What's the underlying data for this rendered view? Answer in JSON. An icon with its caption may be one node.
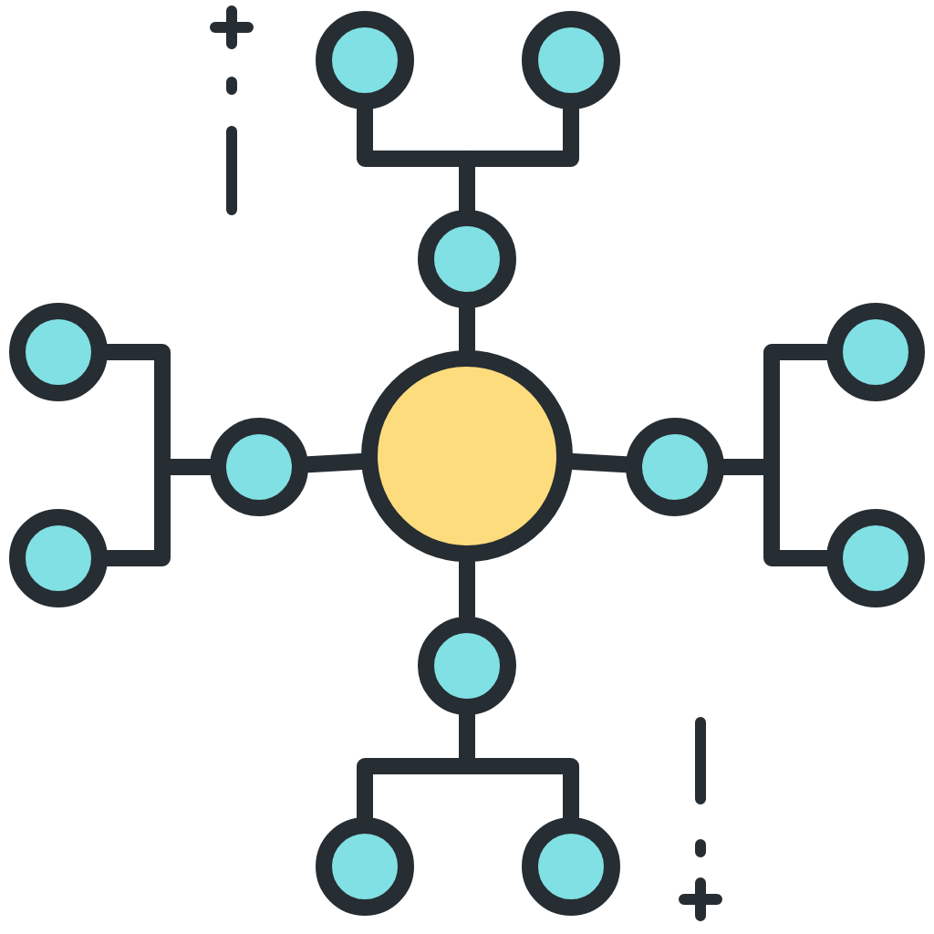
{
  "diagram": {
    "nodes": [
      {
        "text": [],
        "shape": "circle"
      },
      {
        "text": [],
        "shape": "circle"
      },
      {
        "text": [],
        "shape": "circle"
      },
      {
        "text": [],
        "shape": "circle"
      },
      {
        "text": [],
        "shape": "circle"
      },
      {
        "text": [],
        "shape": "circle"
      },
      {
        "text": [],
        "shape": "circle"
      },
      {
        "text": [],
        "shape": "circle"
      },
      {
        "text": [],
        "shape": "circle"
      },
      {
        "text": [],
        "shape": "circle"
      },
      {
        "text": [],
        "shape": "circle"
      },
      {
        "text": [],
        "shape": "circle"
      },
      {
        "text": [],
        "shape": "circle"
      }
    ],
    "edges": [
      {
        "from": 5,
        "to": 2,
        "arrow": "none"
      },
      {
        "from": 5,
        "to": 4,
        "arrow": "none"
      },
      {
        "from": 5,
        "to": 6,
        "arrow": "none"
      },
      {
        "from": 5,
        "to": 10,
        "arrow": "none"
      },
      {
        "from": 2,
        "to": 0,
        "arrow": "none"
      },
      {
        "from": 2,
        "to": 1,
        "arrow": "none"
      },
      {
        "from": 4,
        "to": 3,
        "arrow": "none"
      },
      {
        "from": 4,
        "to": 8,
        "arrow": "none"
      },
      {
        "from": 6,
        "to": 7,
        "arrow": "none"
      },
      {
        "from": 6,
        "to": 9,
        "arrow": "none"
      },
      {
        "from": 10,
        "to": 11,
        "arrow": "none"
      },
      {
        "from": 10,
        "to": 12,
        "arrow": "none"
      }
    ]
  }
}
